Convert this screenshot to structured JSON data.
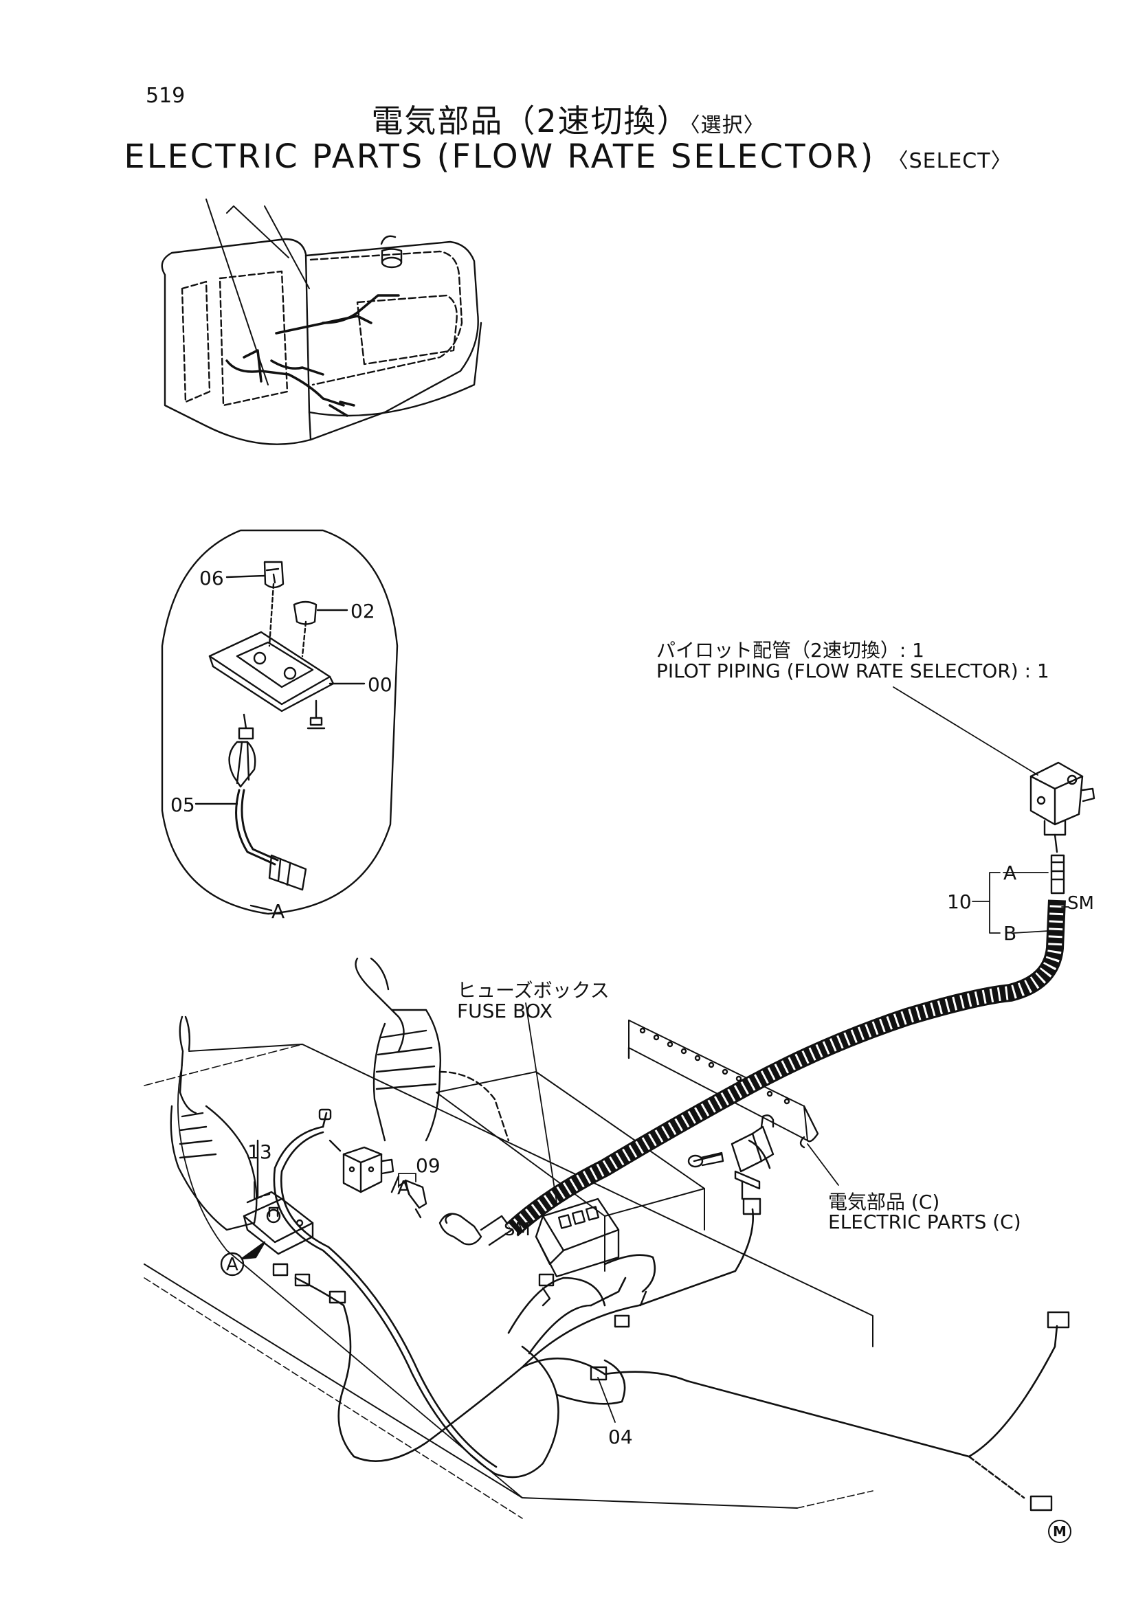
{
  "page_number": "519",
  "title": {
    "jp": "電気部品（2速切換）",
    "jp_select": "〈選択〉",
    "en": "ELECTRIC PARTS (FLOW RATE SELECTOR)",
    "en_select": "〈SELECT〉"
  },
  "detail": {
    "label": "A",
    "parts": [
      "06",
      "02",
      "00",
      "05"
    ]
  },
  "callouts": {
    "pilot_piping_jp": "パイロット配管（2速切換）: 1",
    "pilot_piping_en": "PILOT PIPING (FLOW RATE SELECTOR) : 1",
    "fuse_box_jp": "ヒューズボックス",
    "fuse_box_en": "FUSE BOX",
    "electric_parts_jp": "電気部品 (C)",
    "electric_parts_en": "ELECTRIC PARTS (C)"
  },
  "part_labels": {
    "p10": "10",
    "p10_a": "A",
    "p10_b": "B",
    "sm_top": "SM",
    "sm_bottom": "SM",
    "p13": "13",
    "p09": "09",
    "p09_a": "A",
    "p04": "04",
    "ref_a": "A"
  },
  "footer_mark": "M"
}
